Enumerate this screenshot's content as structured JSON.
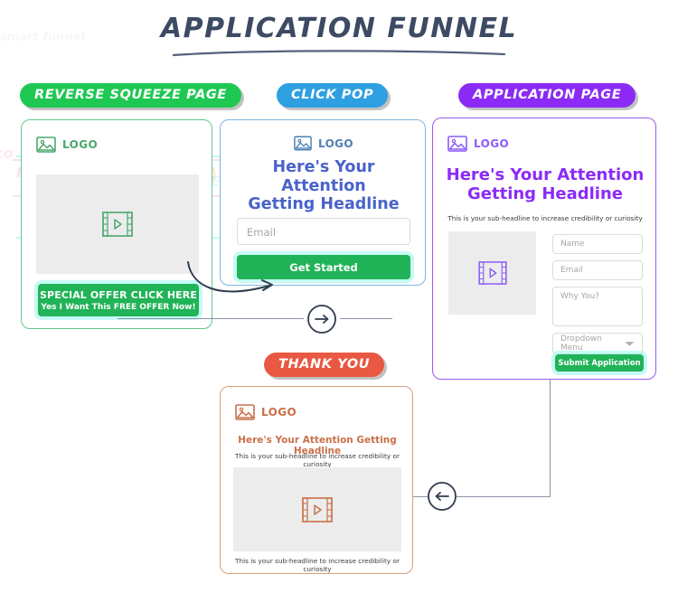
{
  "header": {
    "title": "APPLICATION FUNNEL"
  },
  "colors": {
    "title": "#3d4a63",
    "reverse": "#1ec853",
    "clickpop": "#2e9fe0",
    "apppage": "#8b2bf5",
    "thankyou": "#e85842",
    "cta_green": "#21b357"
  },
  "stages": {
    "reverse_squeeze": {
      "badge": "REVERSE SQUEEZE PAGE",
      "logo": "LOGO",
      "cta_line1": "SPECIAL OFFER CLICK HERE",
      "cta_line2": "Yes I Want This FREE OFFER Now!"
    },
    "click_pop": {
      "badge": "CLICK POP",
      "logo": "LOGO",
      "headline_line1": "Here's Your Attention",
      "headline_line2": "Getting Headline",
      "email_placeholder": "Email",
      "button": "Get Started"
    },
    "application_page": {
      "badge": "APPLICATION PAGE",
      "logo": "LOGO",
      "headline_line1": "Here's Your Attention",
      "headline_line2": "Getting Headline",
      "subheadline": "This is your sub-headline to increase credibility or curiosity",
      "name_placeholder": "Name",
      "email_placeholder": "Email",
      "why_placeholder": "Why You?",
      "dropdown_label": "Dropdown Menu",
      "button": "Submit Application"
    },
    "thank_you": {
      "badge": "THANK YOU",
      "logo": "LOGO",
      "headline": "Here's Your Attention Getting Headline",
      "subheadline_top": "This is your sub-headline to increase credibility or curiosity",
      "subheadline_bottom": "This is your sub-headline to increase credibility or curiosity"
    }
  },
  "connectors": {
    "forward_arrow": "arrow-right",
    "back_arrow": "arrow-left"
  },
  "icons": {
    "image": "image-icon",
    "video": "video-icon",
    "chevron": "chevron-down-icon"
  }
}
